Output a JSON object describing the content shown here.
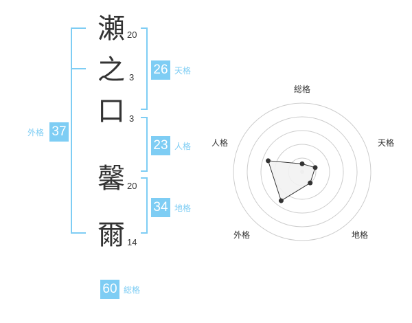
{
  "name_chars": [
    {
      "char": "瀬",
      "strokes": "20"
    },
    {
      "char": "之",
      "strokes": "3"
    },
    {
      "char": "口",
      "strokes": "3"
    },
    {
      "char": "馨",
      "strokes": "20"
    },
    {
      "char": "爾",
      "strokes": "14"
    }
  ],
  "kaku": {
    "tenkaku": {
      "value": "26",
      "label": "天格"
    },
    "jinkaku": {
      "value": "23",
      "label": "人格"
    },
    "chikaku": {
      "value": "34",
      "label": "地格"
    },
    "gaikaku": {
      "value": "37",
      "label": "外格"
    },
    "soukaku": {
      "value": "60",
      "label": "総格"
    }
  },
  "accent_color": "#7ecdf4",
  "chart_data": {
    "type": "radar",
    "axes": [
      "総格",
      "天格",
      "地格",
      "外格",
      "人格"
    ],
    "values": [
      0.58,
      1.0,
      1.0,
      2.6,
      2.6
    ],
    "rmax": 5,
    "rings": 5,
    "fill_color": "#f2f2f2",
    "line_color": "#333333"
  }
}
